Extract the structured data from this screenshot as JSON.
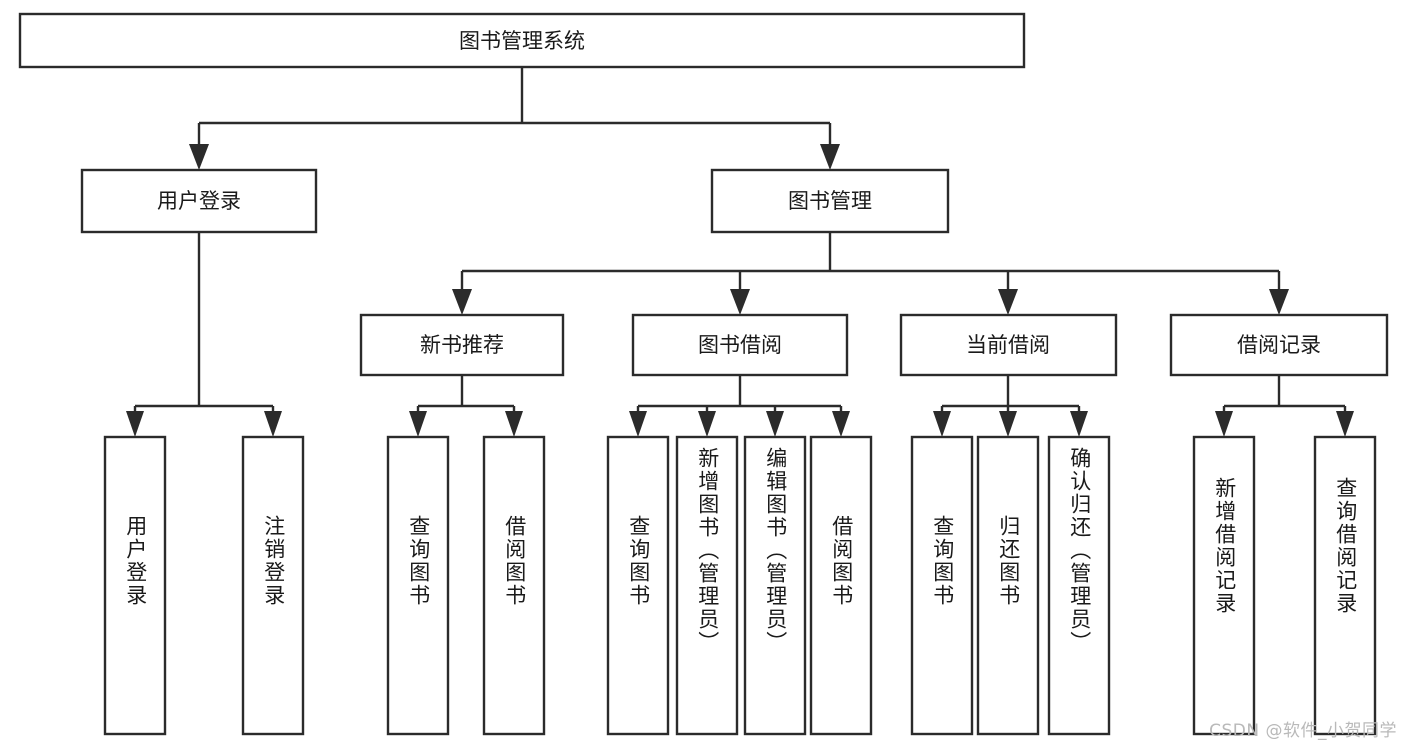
{
  "diagram": {
    "type": "tree",
    "title": "图书管理系统",
    "orientation": "top-down",
    "root": {
      "id": "root",
      "label": "图书管理系统",
      "text_direction": "horizontal"
    },
    "level1": [
      {
        "id": "user-login",
        "label": "用户登录",
        "text_direction": "horizontal"
      },
      {
        "id": "book-manage",
        "label": "图书管理",
        "text_direction": "horizontal"
      }
    ],
    "level2": [
      {
        "id": "new-book-rec",
        "label": "新书推荐",
        "text_direction": "horizontal",
        "parent": "book-manage"
      },
      {
        "id": "book-borrow",
        "label": "图书借阅",
        "text_direction": "horizontal",
        "parent": "book-manage"
      },
      {
        "id": "current-borrow",
        "label": "当前借阅",
        "text_direction": "horizontal",
        "parent": "book-manage"
      },
      {
        "id": "borrow-record",
        "label": "借阅记录",
        "text_direction": "horizontal",
        "parent": "book-manage"
      }
    ],
    "leaves": [
      {
        "id": "leaf-user-login",
        "label": "用户登录",
        "text_direction": "vertical",
        "parent": "user-login"
      },
      {
        "id": "leaf-logout",
        "label": "注销登录",
        "text_direction": "vertical",
        "parent": "user-login"
      },
      {
        "id": "leaf-query-book-1",
        "label": "查询图书",
        "text_direction": "vertical",
        "parent": "new-book-rec"
      },
      {
        "id": "leaf-borrow-book-1",
        "label": "借阅图书",
        "text_direction": "vertical",
        "parent": "new-book-rec"
      },
      {
        "id": "leaf-query-book-2",
        "label": "查询图书",
        "text_direction": "vertical",
        "parent": "book-borrow"
      },
      {
        "id": "leaf-add-book",
        "label": "新增图书（管理员）",
        "text_direction": "vertical",
        "parent": "book-borrow"
      },
      {
        "id": "leaf-edit-book",
        "label": "编辑图书（管理员）",
        "text_direction": "vertical",
        "parent": "book-borrow"
      },
      {
        "id": "leaf-borrow-book-2",
        "label": "借阅图书",
        "text_direction": "vertical",
        "parent": "book-borrow"
      },
      {
        "id": "leaf-query-book-3",
        "label": "查询图书",
        "text_direction": "vertical",
        "parent": "current-borrow"
      },
      {
        "id": "leaf-return-book",
        "label": "归还图书",
        "text_direction": "vertical",
        "parent": "current-borrow"
      },
      {
        "id": "leaf-confirm-return",
        "label": "确认归还（管理员）",
        "text_direction": "vertical",
        "parent": "current-borrow"
      },
      {
        "id": "leaf-add-record",
        "label": "新增借阅记录",
        "text_direction": "vertical",
        "parent": "borrow-record"
      },
      {
        "id": "leaf-query-record",
        "label": "查询借阅记录",
        "text_direction": "vertical",
        "parent": "borrow-record"
      }
    ],
    "colors": {
      "box_stroke": "#2b2b2b",
      "box_fill": "#ffffff",
      "text": "#1a1a1a",
      "background": "#ffffff",
      "watermark": "#b9b9b9"
    }
  },
  "watermark": {
    "text": "CSDN @软件_小贺同学"
  }
}
